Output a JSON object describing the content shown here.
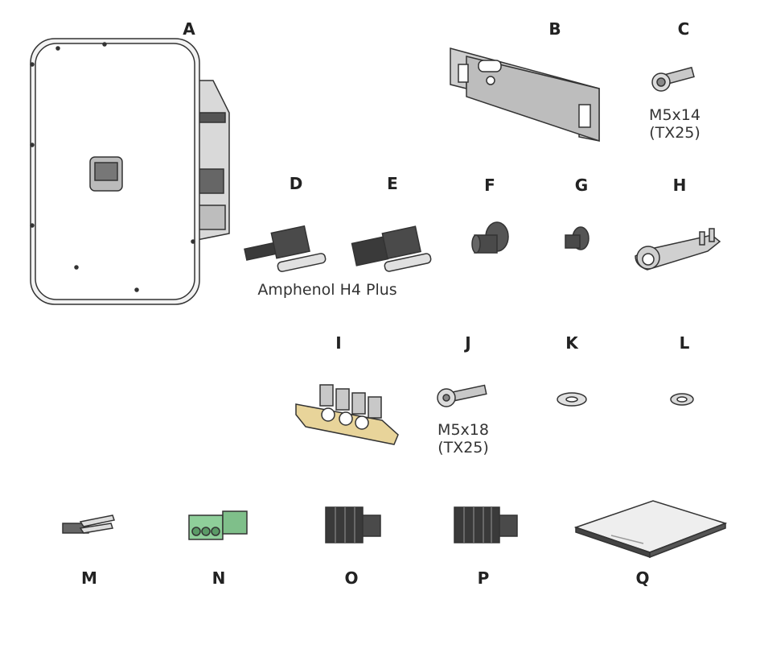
{
  "items": [
    {
      "letter": "A"
    },
    {
      "letter": "B"
    },
    {
      "letter": "C"
    },
    {
      "letter": "D"
    },
    {
      "letter": "E"
    },
    {
      "letter": "F"
    },
    {
      "letter": "G"
    },
    {
      "letter": "H"
    },
    {
      "letter": "I"
    },
    {
      "letter": "J"
    },
    {
      "letter": "K"
    },
    {
      "letter": "L"
    },
    {
      "letter": "M"
    },
    {
      "letter": "N"
    },
    {
      "letter": "O"
    },
    {
      "letter": "P"
    },
    {
      "letter": "Q"
    }
  ],
  "captions": {
    "c_line1": "M5x14",
    "c_line2": "(TX25)",
    "de_connector": "Amphenol H4 Plus",
    "j_line1": "M5x18",
    "j_line2": "(TX25)"
  },
  "colors": {
    "outline": "#333333",
    "housing": "#ffffff",
    "metal": "#c8c8c8",
    "dark": "#3a3a3a",
    "brass": "#e8d49a",
    "green": "#8fcf9a"
  }
}
